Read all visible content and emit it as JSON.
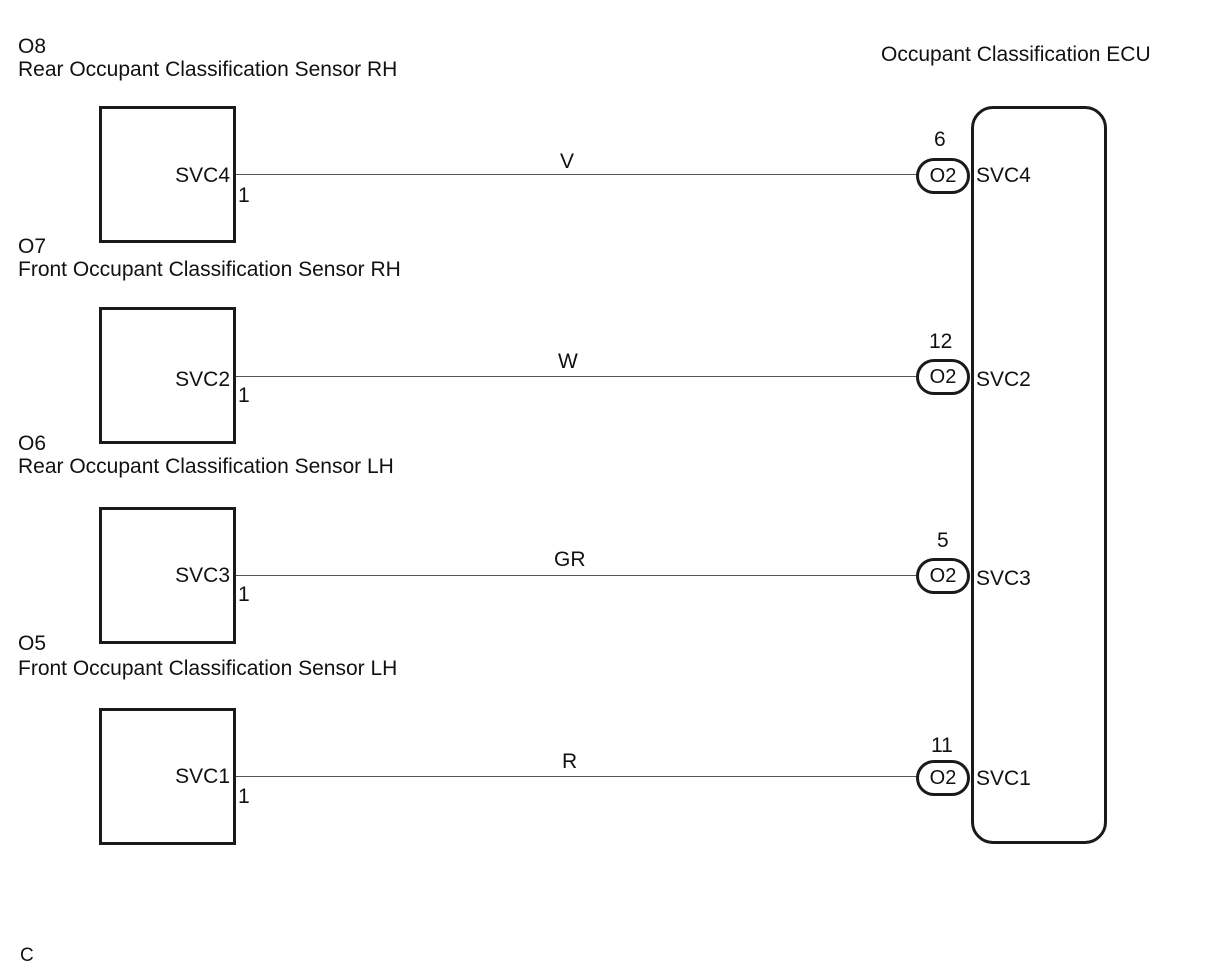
{
  "ecu": {
    "name": "Occupant Classification ECU",
    "connector_code": "O2"
  },
  "sensors": [
    {
      "code": "O8",
      "name": "Rear Occupant Classification Sensor RH",
      "pin_name": "SVC4",
      "pin_number": "1",
      "wire_color": "V",
      "ecu_pin_number": "6",
      "ecu_pin_name": "SVC4"
    },
    {
      "code": "O7",
      "name": "Front Occupant Classification Sensor RH",
      "pin_name": "SVC2",
      "pin_number": "1",
      "wire_color": "W",
      "ecu_pin_number": "12",
      "ecu_pin_name": "SVC2"
    },
    {
      "code": "O6",
      "name": "Rear Occupant Classification Sensor LH",
      "pin_name": "SVC3",
      "pin_number": "1",
      "wire_color": "GR",
      "ecu_pin_number": "5",
      "ecu_pin_name": "SVC3"
    },
    {
      "code": "O5",
      "name": "Front Occupant Classification Sensor LH",
      "pin_name": "SVC1",
      "pin_number": "1",
      "wire_color": "R",
      "ecu_pin_number": "11",
      "ecu_pin_name": "SVC1"
    }
  ],
  "footer_code": "C"
}
